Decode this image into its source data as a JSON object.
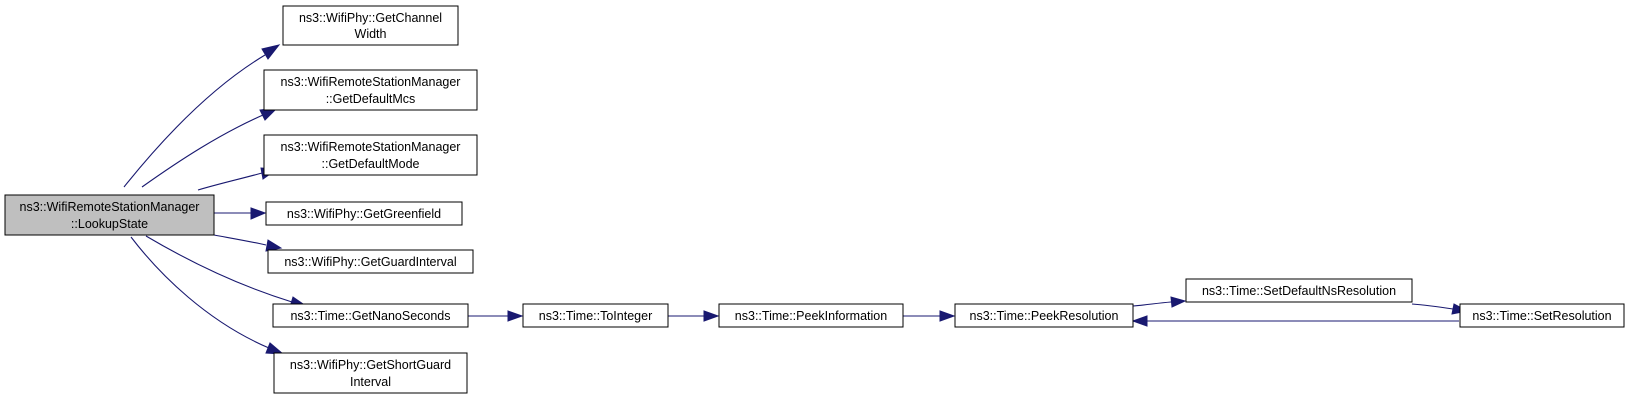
{
  "diagram": {
    "nodes": [
      {
        "id": "lookup",
        "lines": [
          "ns3::WifiRemoteStationManager",
          "::LookupState"
        ],
        "highlighted": true
      },
      {
        "id": "chanwidth",
        "lines": [
          "ns3::WifiPhy::GetChannel",
          "Width"
        ]
      },
      {
        "id": "defmcs",
        "lines": [
          "ns3::WifiRemoteStationManager",
          "::GetDefaultMcs"
        ]
      },
      {
        "id": "defmode",
        "lines": [
          "ns3::WifiRemoteStationManager",
          "::GetDefaultMode"
        ]
      },
      {
        "id": "greenfield",
        "lines": [
          "ns3::WifiPhy::GetGreenfield"
        ]
      },
      {
        "id": "guardint",
        "lines": [
          "ns3::WifiPhy::GetGuardInterval"
        ]
      },
      {
        "id": "nanosec",
        "lines": [
          "ns3::Time::GetNanoSeconds"
        ]
      },
      {
        "id": "shortguard",
        "lines": [
          "ns3::WifiPhy::GetShortGuard",
          "Interval"
        ]
      },
      {
        "id": "tointeger",
        "lines": [
          "ns3::Time::ToInteger"
        ]
      },
      {
        "id": "peekinfo",
        "lines": [
          "ns3::Time::PeekInformation"
        ]
      },
      {
        "id": "peekres",
        "lines": [
          "ns3::Time::PeekResolution"
        ]
      },
      {
        "id": "setdefres",
        "lines": [
          "ns3::Time::SetDefaultNsResolution"
        ]
      },
      {
        "id": "setres",
        "lines": [
          "ns3::Time::SetResolution"
        ]
      }
    ],
    "edges": [
      {
        "from": "lookup",
        "to": "chanwidth"
      },
      {
        "from": "lookup",
        "to": "defmcs"
      },
      {
        "from": "lookup",
        "to": "defmode"
      },
      {
        "from": "lookup",
        "to": "greenfield"
      },
      {
        "from": "lookup",
        "to": "guardint"
      },
      {
        "from": "lookup",
        "to": "nanosec"
      },
      {
        "from": "lookup",
        "to": "shortguard"
      },
      {
        "from": "nanosec",
        "to": "tointeger"
      },
      {
        "from": "tointeger",
        "to": "peekinfo"
      },
      {
        "from": "peekinfo",
        "to": "peekres"
      },
      {
        "from": "peekres",
        "to": "setdefres"
      },
      {
        "from": "setdefres",
        "to": "setres"
      },
      {
        "from": "setres",
        "to": "peekres"
      }
    ],
    "colors": {
      "edge": "#191970",
      "highlight_fill": "#bfbfbf",
      "node_border": "#000000"
    }
  }
}
